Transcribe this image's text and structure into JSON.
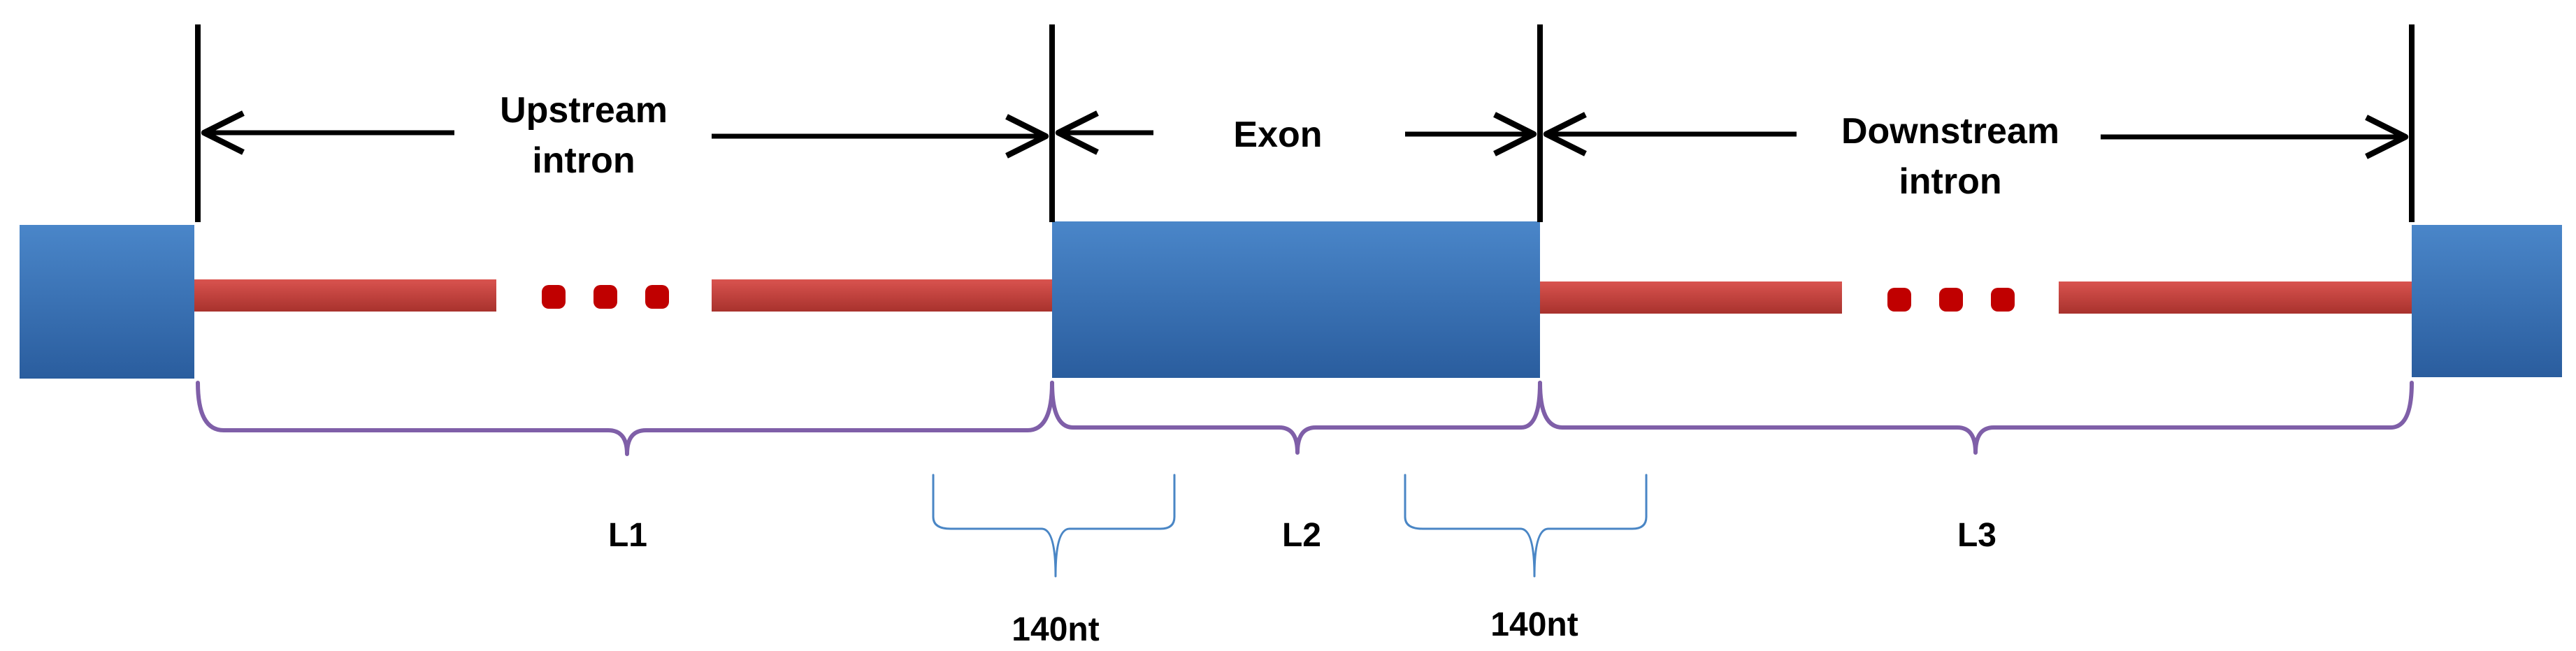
{
  "labels": {
    "upstream_line1": "Upstream",
    "upstream_line2": "intron",
    "exon": "Exon",
    "downstream_line1": "Downstream",
    "downstream_line2": "intron",
    "l1": "L1",
    "l2": "L2",
    "l3": "L3",
    "window_left": "140nt",
    "window_right": "140nt"
  },
  "colors": {
    "exon_fill": "#3a74bb",
    "exon_fill_dark": "#2a5d9e",
    "intron_line": "#c0392b",
    "intron_dots": "#c00000",
    "length_brace": "#7f5fa8",
    "window_brace": "#4a86c5",
    "arrows": "#000000"
  },
  "diagram": {
    "regions": [
      "exon-left",
      "upstream-intron",
      "exon",
      "downstream-intron",
      "exon-right"
    ]
  }
}
